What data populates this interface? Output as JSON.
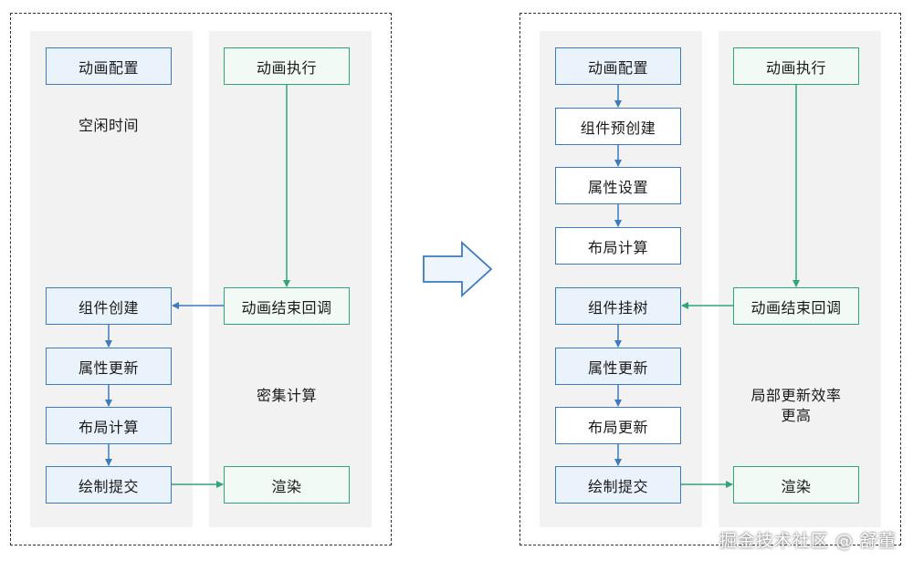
{
  "left": {
    "col1_boxes": [
      "动画配置",
      "组件创建",
      "属性更新",
      "布局计算",
      "绘制提交"
    ],
    "col1_label": "空闲时间",
    "col2_boxes": [
      "动画执行",
      "动画结束回调",
      "渲染"
    ],
    "col2_label": "密集计算"
  },
  "right": {
    "col1_boxes": [
      "动画配置",
      "组件预创建",
      "属性设置",
      "布局计算",
      "组件挂树",
      "属性更新",
      "布局更新",
      "绘制提交"
    ],
    "col2_boxes": [
      "动画执行",
      "动画结束回调",
      "渲染"
    ],
    "col2_label_line1": "局部更新效率",
    "col2_label_line2": "更高"
  },
  "watermark": "掘金技术社区 @ 舒董",
  "colors": {
    "blue": "#3b7bbf",
    "green": "#2ea67a",
    "column_bg": "#f2f2f2"
  }
}
